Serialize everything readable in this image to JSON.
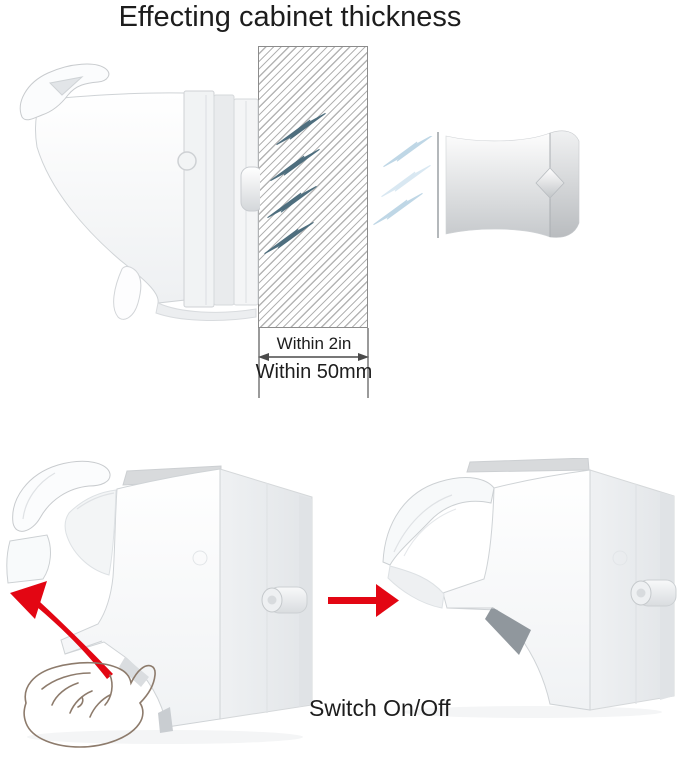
{
  "title": "Effecting cabinet thickness",
  "colors": {
    "accent_red": "#e30613",
    "bolt_dark": "#4e6e7e",
    "bolt_light": "#bfd7e6",
    "hatch_line": "#b4b4b4",
    "panel_border": "#8c8c8c",
    "text": "#1d1d1d",
    "hand_fill": "#f4e8da",
    "hand_outline": "#8d7b6c"
  },
  "top_diagram": {
    "description_icons": {
      "left": "magnetic-lock-side-view-icon",
      "middle": "cabinet-wall-cross-section-hatched",
      "right": "magnetic-key-icon",
      "field": "magnetic-field-lightning-bolts"
    },
    "field_bolts_dark_count": 4,
    "field_bolts_light_count": 3,
    "dimension": {
      "label_top": "Within 2in",
      "label_bottom": "Within 50mm"
    }
  },
  "bottom_diagram": {
    "left_lock_state": "latch-open",
    "right_lock_state": "latch-closed",
    "caption": "Switch On/Off",
    "icons": [
      "hand-pressing-latch-icon",
      "curved-red-arrow-icon",
      "right-red-arrow-icon"
    ]
  }
}
